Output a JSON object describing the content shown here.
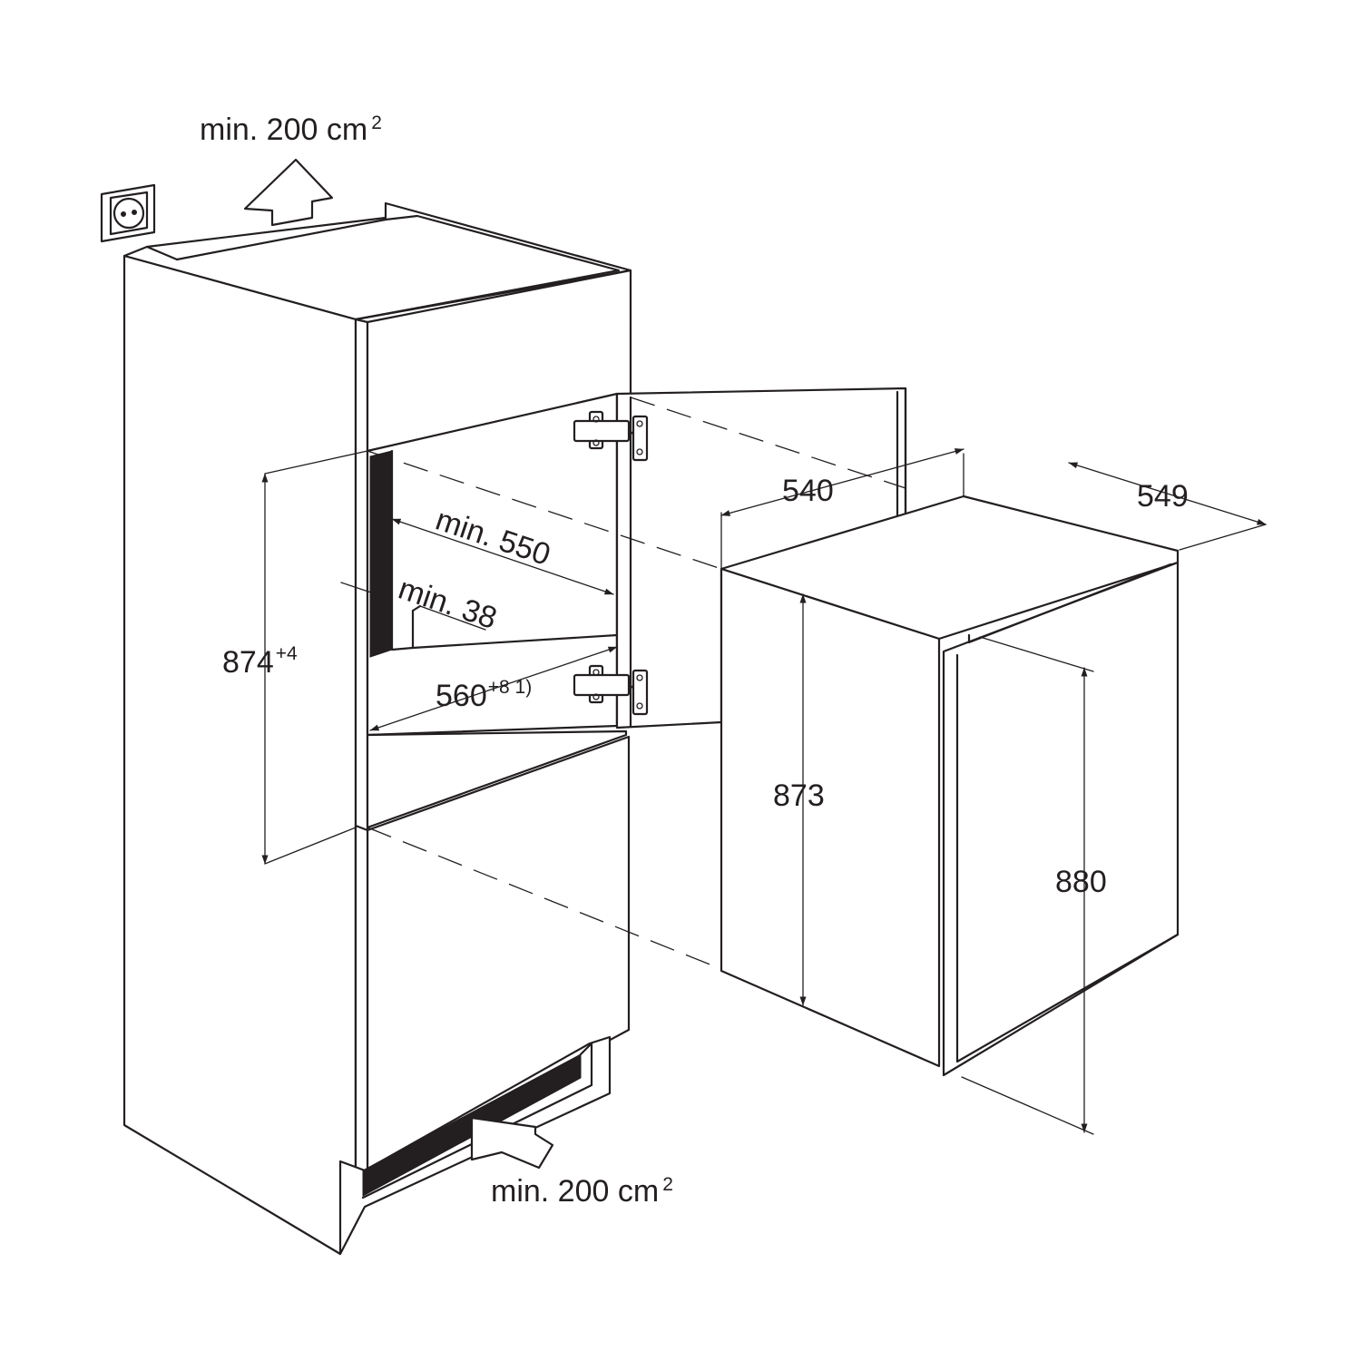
{
  "labels": {
    "vent_top": {
      "main": "min. 200 cm",
      "sup": "2"
    },
    "vent_bottom": {
      "main": "min. 200 cm",
      "sup": "2"
    },
    "niche_height": {
      "main": "874",
      "sup": "+4"
    },
    "niche_width": {
      "main": "560",
      "sup": "+8 1)"
    },
    "niche_depth": "min. 550",
    "gap_depth": "min. 38",
    "appliance_width": "540",
    "appliance_depth": "549",
    "appliance_body_height": "873",
    "appliance_total_height": "880"
  },
  "colors": {
    "line": "#231f20",
    "background": "#ffffff"
  },
  "icons": [
    "socket-icon",
    "vent-arrow-up-icon",
    "vent-arrow-in-icon",
    "hinge-icon"
  ]
}
